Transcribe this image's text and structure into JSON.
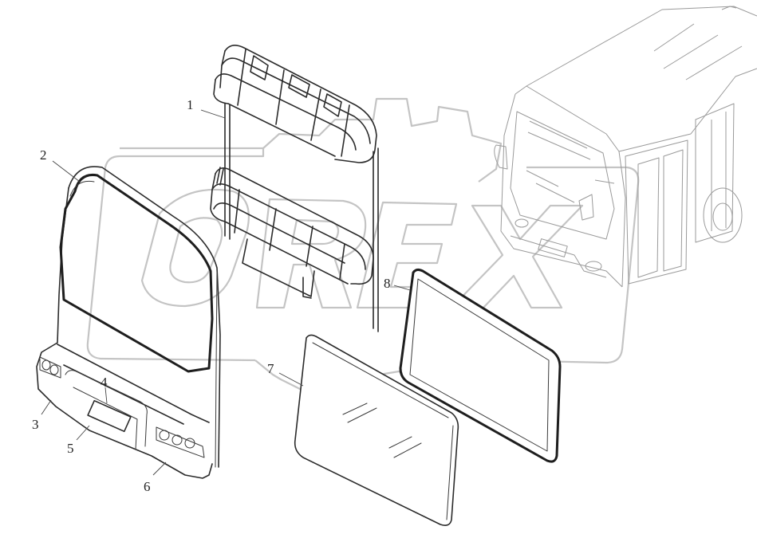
{
  "diagram": {
    "callouts": [
      {
        "id": "1",
        "label": "1"
      },
      {
        "id": "2",
        "label": "2"
      },
      {
        "id": "3",
        "label": "3"
      },
      {
        "id": "4",
        "label": "4"
      },
      {
        "id": "5",
        "label": "5"
      },
      {
        "id": "6",
        "label": "6"
      },
      {
        "id": "7",
        "label": "7"
      },
      {
        "id": "8",
        "label": "8"
      }
    ],
    "watermark": "OREX"
  }
}
